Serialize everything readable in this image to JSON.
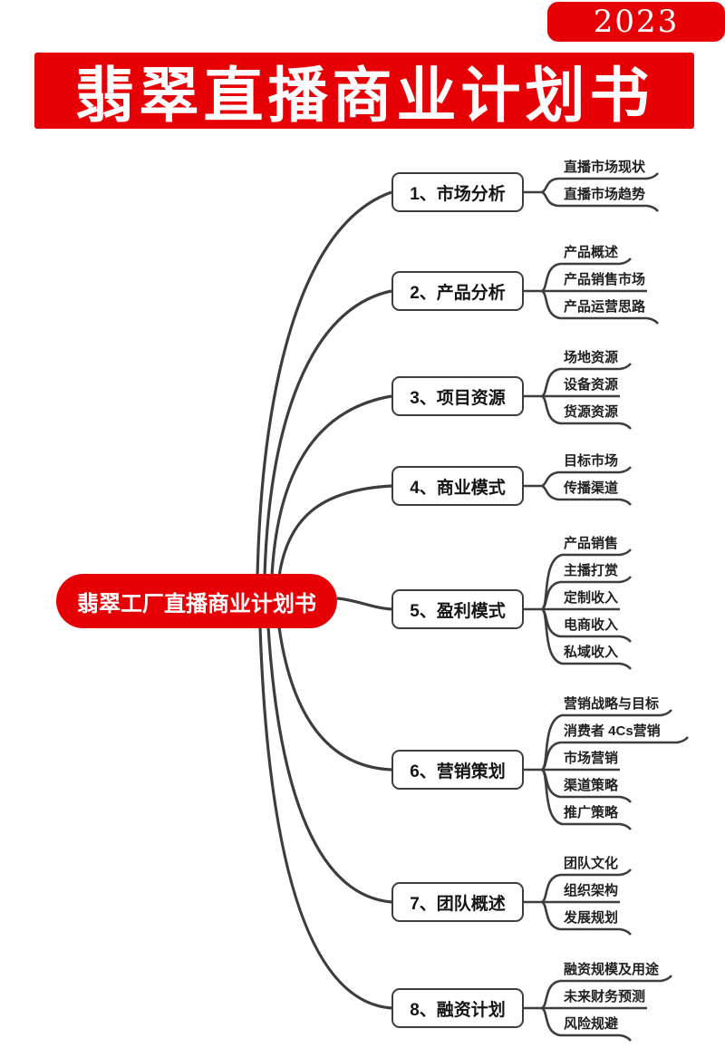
{
  "year_badge": "2023",
  "banner_title": "翡翠直播商业计划书",
  "center_topic": "翡翠工厂直播商业计划书",
  "colors": {
    "accent_red": "#e60005",
    "line_gray": "#3d3d3d",
    "node_fill": "#ffffff",
    "text_dark": "#1f1f1f"
  },
  "branches": [
    {
      "label": "1、市场分析",
      "leaves": [
        "直播市场现状",
        "直播市场趋势"
      ]
    },
    {
      "label": "2、产品分析",
      "leaves": [
        "产品概述",
        "产品销售市场",
        "产品运营思路"
      ]
    },
    {
      "label": "3、项目资源",
      "leaves": [
        "场地资源",
        "设备资源",
        "货源资源"
      ]
    },
    {
      "label": "4、商业模式",
      "leaves": [
        "目标市场",
        "传播渠道"
      ]
    },
    {
      "label": "5、盈利模式",
      "leaves": [
        "产品销售",
        "主播打赏",
        "定制收入",
        "电商收入",
        "私域收入"
      ]
    },
    {
      "label": "6、营销策划",
      "leaves": [
        "营销战略与目标",
        "消费者 4Cs营销",
        "市场营销",
        "渠道策略",
        "推广策略"
      ]
    },
    {
      "label": "7、团队概述",
      "leaves": [
        "团队文化",
        "组织架构",
        "发展规划"
      ]
    },
    {
      "label": "8、融资计划",
      "leaves": [
        "融资规模及用途",
        "未来财务预测",
        "风险规避"
      ]
    }
  ]
}
